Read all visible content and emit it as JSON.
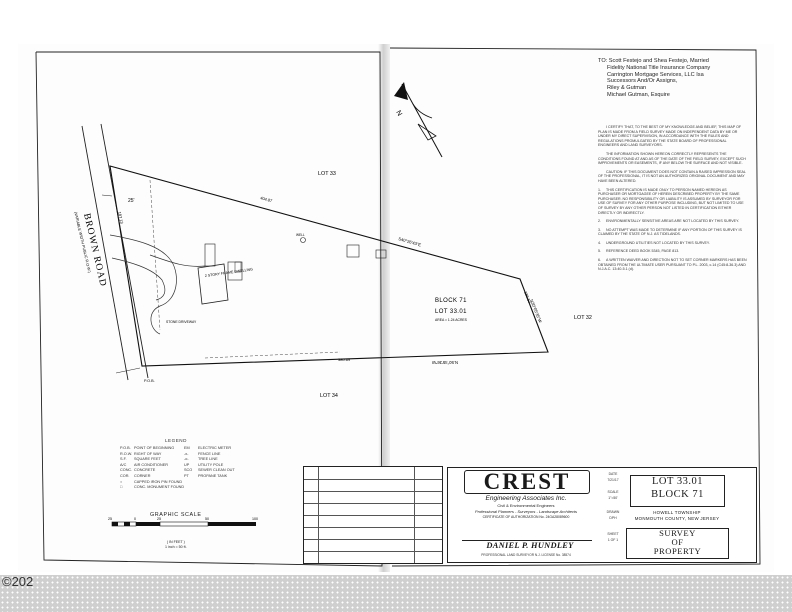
{
  "addressee": {
    "to_label": "TO:",
    "lines": [
      "Scott Festejo and Shea Festejo, Married",
      "Fidelity National Title Insurance Company",
      "Carrington Mortgage Services, LLC Isa",
      "Successors And/Or Assigns,",
      "Riley & Gutman",
      "Michael Gutman, Esquire"
    ]
  },
  "certifications": [
    {
      "num": "",
      "text": "I CERTIFY THAT, TO THE BEST OF MY KNOWLEDGE AND BELIEF, THIS MAP OF PLAN IS MADE FROM A FIELD SURVEY MADE ON INDEPENDENT DATA BY ME OR UNDER MY DIRECT SUPERVISION, IN ACCORDANCE WITH THE RULES AND REGULATIONS PROMULGATED BY THE STATE BOARD OF PROFESSIONAL ENGINEERS AND LAND SURVEYORS."
    },
    {
      "num": "",
      "text": "THE INFORMATION SHOWN HEREON CORRECTLY REPRESENTS THE CONDITIONS FOUND AT AND AS OF THE DATE OF THE FIELD SURVEY, EXCEPT SUCH IMPROVEMENTS OR EASEMENTS, IF ANY BELOW THE SURFACE AND NOT VISIBLE."
    },
    {
      "num": "",
      "text": "CAUTION: IF THIS DOCUMENT DOES NOT CONTAIN A RAISED IMPRESSION SEAL OF THE PROFESSIONAL, IT IS NOT AN AUTHORIZED ORIGINAL DOCUMENT AND MAY HAVE BEEN ALTERED."
    },
    {
      "num": "1.",
      "text": "THIS CERTIFICATION IS MADE ONLY TO PERSON NAMED HEREON AS PURCHASER OR MORTGAGEE OF HEREIN DESCRIBED PROPERTY BY THE SAME PURCHASER. NO RESPONSIBILITY OR LIABILITY IS ASSUMED BY SURVEYOR FOR USE OF SURVEY FOR ANY OTHER PURPOSE INCLUDING, BUT NOT LIMITED TO USE OF SURVEY BY ANY OTHER PERSON NOT LISTED IN CERTIFICATION EITHER DIRECTLY OR INDIRECTLY."
    },
    {
      "num": "2.",
      "text": "ENVIRONMENTALLY SENSITIVE AREAS ARE NOT LOCATED BY THIS SURVEY."
    },
    {
      "num": "3.",
      "text": "NO ATTEMPT WAS MADE TO DETERMINE IF ANY PORTION OF THIS SURVEY IS CLAIMED BY THE STATE OF N.J. AS TIDELANDS."
    },
    {
      "num": "4.",
      "text": "UNDERGROUND UTILITIES NOT LOCATED BY THIS SURVEY."
    },
    {
      "num": "5.",
      "text": "REFERENCE DEED BOOK 5345, PAGE 813."
    },
    {
      "num": "6.",
      "text": "A WRITTEN WAIVER AND DIRECTION NOT TO SET CORNER MARKERS HAS BEEN OBTAINED FROM THE ULTIMATE USER PURSUANT TO P.L. 2003, c.14 (C45:8-36.3) AND N.J.A.C. 13:40-5.1 (d)."
    }
  ],
  "plan": {
    "lots": [
      "LOT 33",
      "LOT 32",
      "LOT 34"
    ],
    "block_label": "BLOCK 71",
    "lot_label": "LOT 33.01",
    "area_label": "AREA = 1.24 ACRES",
    "road_name": "BROWN ROAD",
    "road_sub": "(VARIABLE WIDTH PUBLIC R.O.W.)",
    "bearing_north": "S40°26'43\"E",
    "bearing_east": "N30°05'35\"W",
    "bearing_south": "N.50°45'36\"W",
    "dist_north": "404.87",
    "dist_south": "380.69",
    "dist_east": "188.63",
    "dist_25": "25'",
    "dist_west": "187.13",
    "house_label": "2 STORY FRAME DWELLING",
    "drive_label": "STONE DRIVEWAY",
    "well_label": "WELL",
    "pob": "P.O.B."
  },
  "legend": {
    "title": "LEGEND",
    "left": [
      {
        "abbr": "P.O.B.",
        "desc": "POINT OF BEGINNING"
      },
      {
        "abbr": "R.O.W.",
        "desc": "RIGHT OF WAY"
      },
      {
        "abbr": "S.F.",
        "desc": "SQUARE FEET"
      },
      {
        "abbr": "A/C",
        "desc": "AIR CONDITIONER"
      },
      {
        "abbr": "CONC.",
        "desc": "CONCRETE"
      },
      {
        "abbr": "COR.",
        "desc": "CORNER"
      },
      {
        "abbr": "○",
        "desc": "CAPPED IRON PIN FOUND"
      },
      {
        "abbr": "□",
        "desc": "CONC. MONUMENT FOUND"
      }
    ],
    "right": [
      {
        "abbr": "EM",
        "desc": "ELECTRIC METER"
      },
      {
        "abbr": "-x-",
        "desc": "FENCE LINE"
      },
      {
        "abbr": "-o-",
        "desc": "TREE LINE"
      },
      {
        "abbr": "UP",
        "desc": "UTILITY POLE"
      },
      {
        "abbr": "SCO",
        "desc": "SEWER CLEAN OUT"
      },
      {
        "abbr": "PT",
        "desc": "PROPANE TANK"
      }
    ]
  },
  "scale": {
    "title": "GRAPHIC SCALE",
    "ticks": [
      "25",
      "0",
      "25",
      "50",
      "100"
    ],
    "unit_line": "( IN FEET )",
    "ratio_line": "1 inch = 50 ft."
  },
  "title_block": {
    "logo": "CREST",
    "firm": "Engineering Associates Inc.",
    "firm_sub": "Civil & Environmental Engineers",
    "services": "Professional Planners - Surveyors - Landscape Architects",
    "cert_line": "CERTIFICATE OF AUTHORIZATION No. 24GA28089600",
    "surveyor": "DANIEL P. HUNDLEY",
    "license": "PROFESSIONAL LAND SURVEYOR N.J. LICENSE No. 38574",
    "date_label": "DATE",
    "date": "7/21/17",
    "scale_label": "SCALE",
    "scale_value": "1\"=50'",
    "drawn_label": "DRAWN",
    "drawn_value": "DPH",
    "sheet_label": "SHEET",
    "sheet_value": "1 OF 1",
    "lot_line1": "LOT 33.01",
    "lot_line2": "BLOCK 71",
    "township": "HOWELL TOWNSHIP",
    "county": "MONMOUTH COUNTY, NEW JERSEY",
    "survey_line1": "SURVEY",
    "survey_line2": "OF",
    "survey_line3": "PROPERTY"
  },
  "copyright": "©202"
}
